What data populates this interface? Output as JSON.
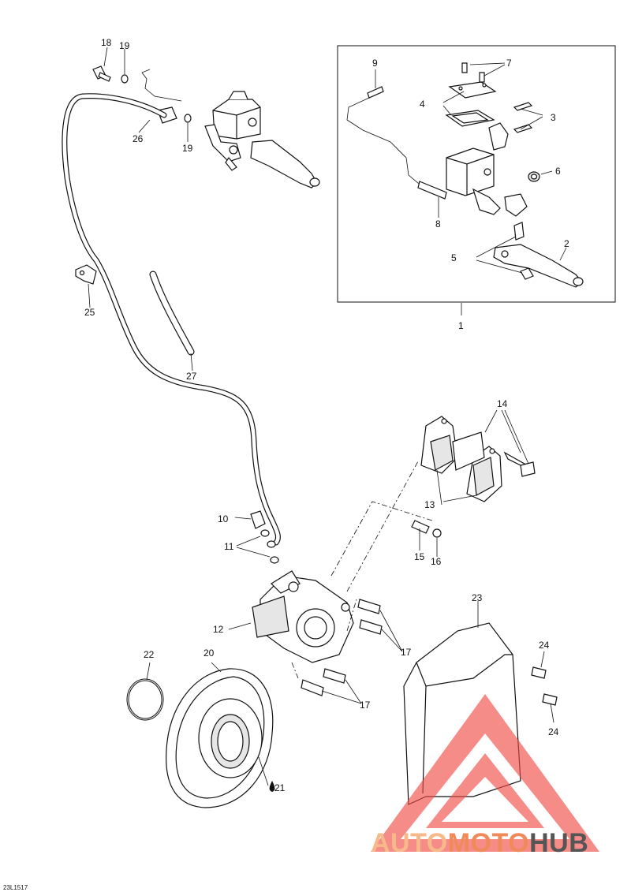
{
  "diagram_code": "23L1517",
  "callouts": [
    {
      "id": "1",
      "label": "1"
    },
    {
      "id": "2",
      "label": "2"
    },
    {
      "id": "3",
      "label": "3"
    },
    {
      "id": "4",
      "label": "4"
    },
    {
      "id": "5",
      "label": "5"
    },
    {
      "id": "6",
      "label": "6"
    },
    {
      "id": "7",
      "label": "7"
    },
    {
      "id": "8",
      "label": "8"
    },
    {
      "id": "9",
      "label": "9"
    },
    {
      "id": "10",
      "label": "10"
    },
    {
      "id": "11",
      "label": "11"
    },
    {
      "id": "12",
      "label": "12"
    },
    {
      "id": "13",
      "label": "13"
    },
    {
      "id": "14",
      "label": "14"
    },
    {
      "id": "15",
      "label": "15"
    },
    {
      "id": "16",
      "label": "16"
    },
    {
      "id": "17a",
      "label": "17"
    },
    {
      "id": "17b",
      "label": "17"
    },
    {
      "id": "18",
      "label": "18"
    },
    {
      "id": "19a",
      "label": "19"
    },
    {
      "id": "19b",
      "label": "19"
    },
    {
      "id": "20",
      "label": "20"
    },
    {
      "id": "21",
      "label": "21"
    },
    {
      "id": "22",
      "label": "22"
    },
    {
      "id": "23",
      "label": "23"
    },
    {
      "id": "24a",
      "label": "24"
    },
    {
      "id": "24b",
      "label": "24"
    },
    {
      "id": "25",
      "label": "25"
    },
    {
      "id": "26",
      "label": "26"
    },
    {
      "id": "27",
      "label": "27"
    }
  ],
  "watermark": {
    "part1": "AUTO",
    "part2": "MOTO",
    "part3": "HUB",
    "color_light": "#f5b98a",
    "color_mid": "#f08a5a",
    "color_dark": "#555555",
    "triangle_color": "#ef4b45"
  }
}
